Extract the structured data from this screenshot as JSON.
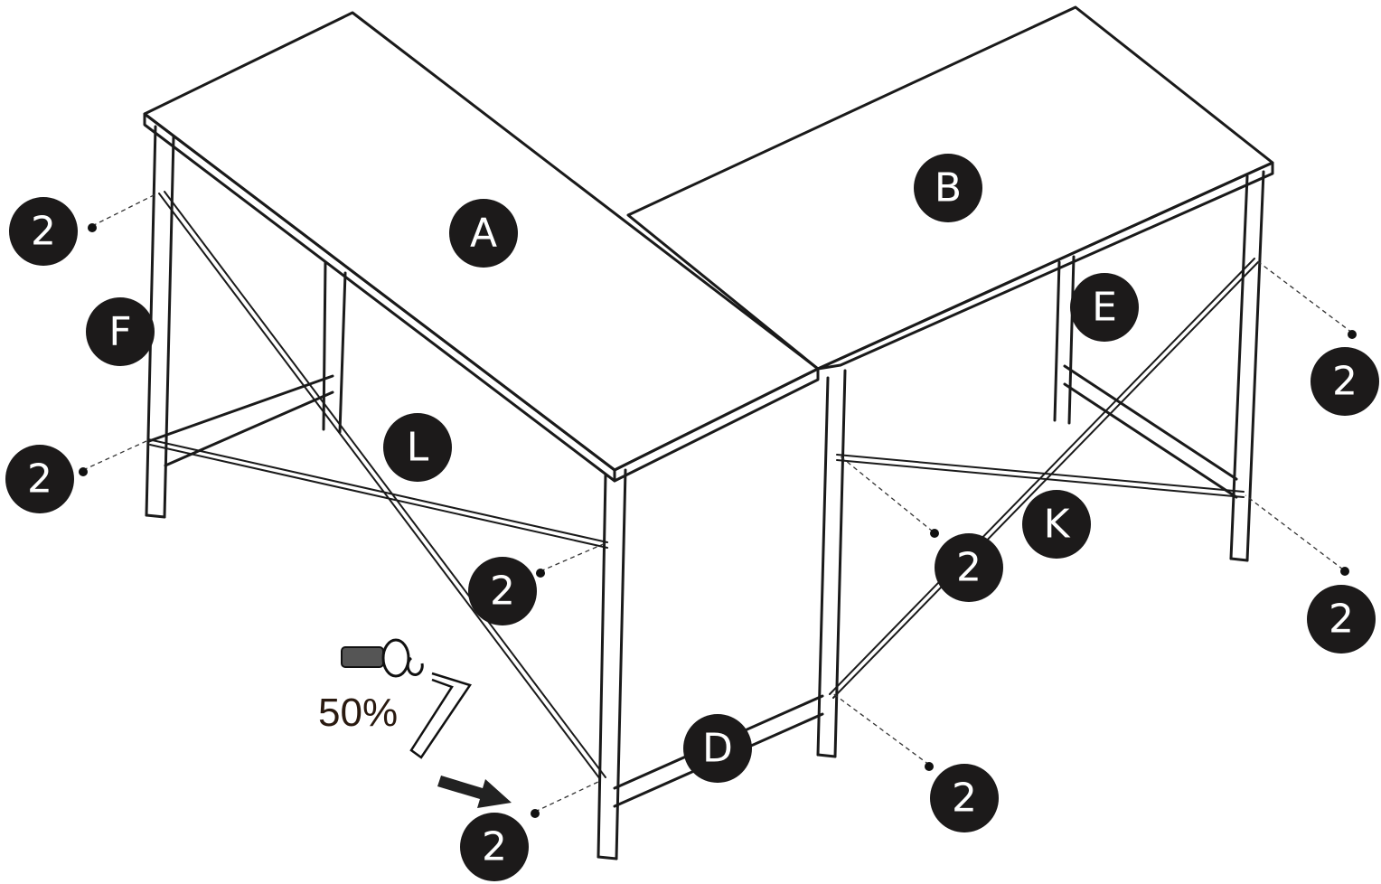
{
  "diagram": {
    "parts": [
      "A",
      "B",
      "D",
      "E",
      "F",
      "K",
      "L"
    ],
    "screw_count": "2",
    "hardware_percent": "50%"
  },
  "colors": {
    "badge": "#1c1a1a",
    "line": "#1a1a1a",
    "background": "#ffffff"
  }
}
